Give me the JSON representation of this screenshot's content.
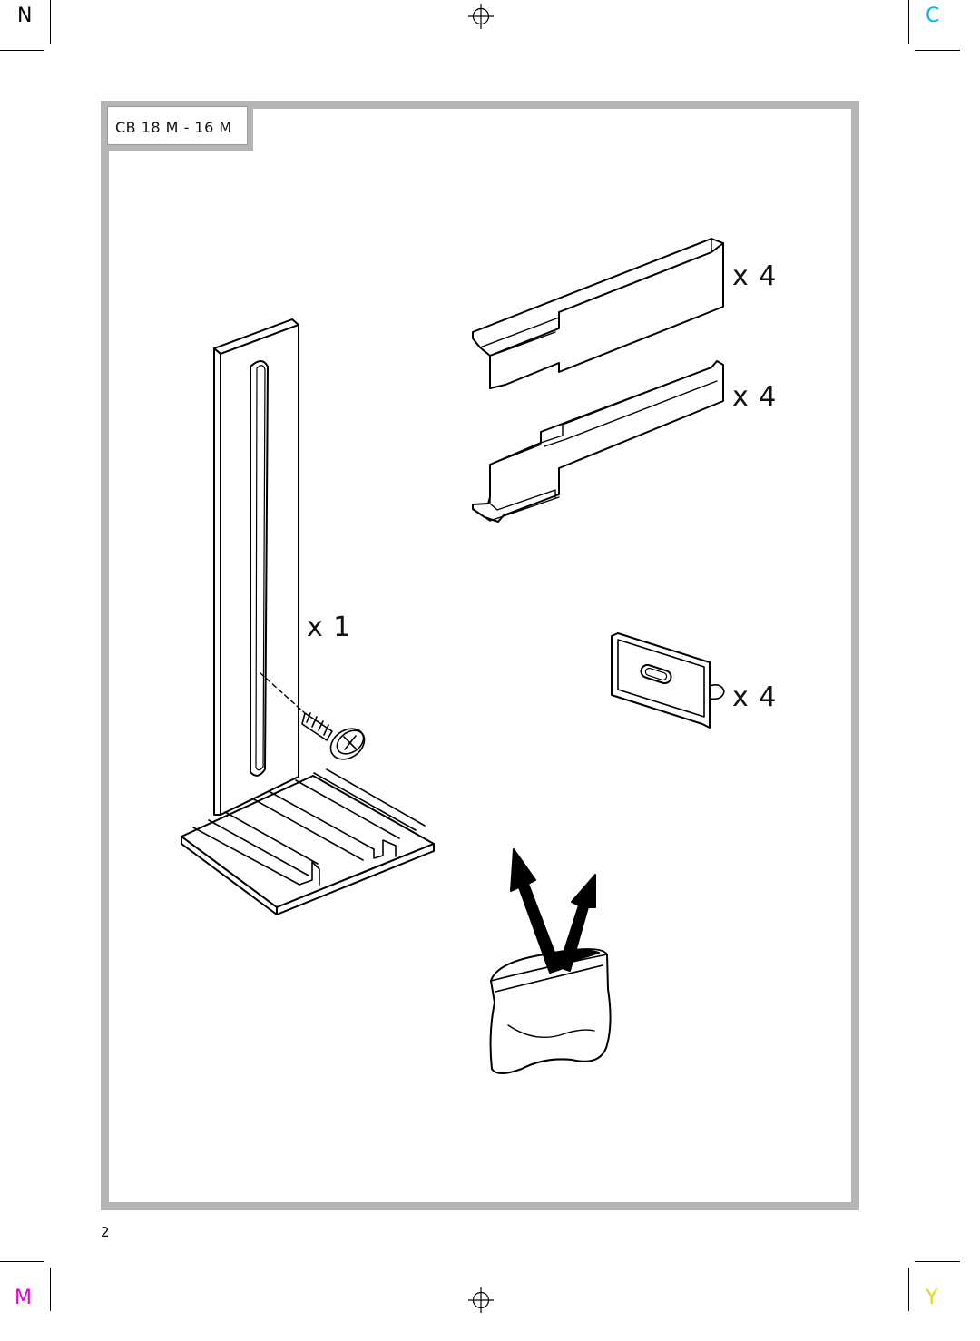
{
  "crop_marks": {
    "top_left": "N",
    "top_right": "C",
    "bottom_left": "M",
    "bottom_right": "Y"
  },
  "colors": {
    "frame": "#b5b5b5",
    "cyan": "#00b7ef",
    "magenta": "#e600d2",
    "yellow": "#e8d800"
  },
  "model_label": "CB 18 M - 16 M",
  "parts": [
    {
      "name": "stand-column",
      "quantity": "x 1"
    },
    {
      "name": "upper-rail",
      "quantity": "x 4"
    },
    {
      "name": "lower-rail",
      "quantity": "x 4"
    },
    {
      "name": "bracket-plate",
      "quantity": "x 4"
    }
  ],
  "page_number": "2"
}
